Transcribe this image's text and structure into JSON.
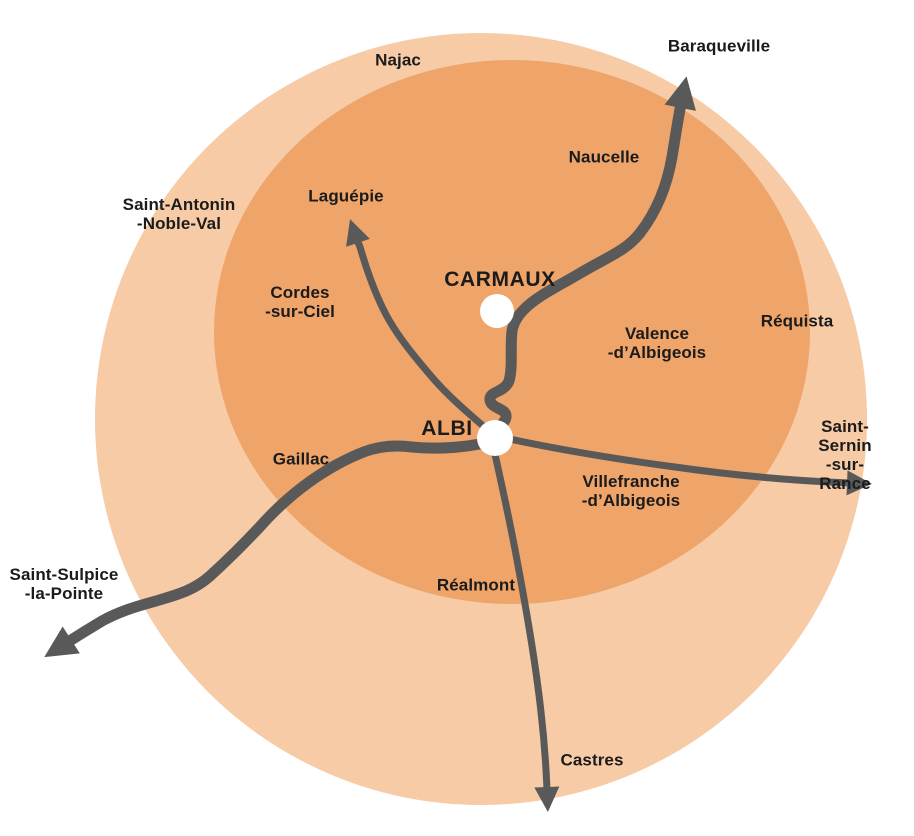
{
  "map": {
    "zones": {
      "outer_color": "#f6cba6",
      "overlap_color": "#efa469"
    },
    "road_color": "#595959",
    "node_color": "#ffffff",
    "cities": {
      "carmaux": "CARMAUX",
      "albi": "ALBI"
    },
    "labels": {
      "najac": "Najac",
      "baraqueville": "Baraqueville",
      "naucelle": "Naucelle",
      "laguepie": "Laguépie",
      "saint_antonin": "Saint-Antonin\n-Noble-Val",
      "cordes": "Cordes\n-sur-Ciel",
      "valence": "Valence\n-d’Albigeois",
      "requista": "Réquista",
      "gaillac": "Gaillac",
      "saint_sernin": "Saint-Sernin\n-sur-Rance",
      "villefranche": "Villefranche\n-d’Albigeois",
      "saint_sulpice": "Saint-Sulpice\n-la-Pointe",
      "realmont": "Réalmont",
      "castres": "Castres"
    }
  }
}
